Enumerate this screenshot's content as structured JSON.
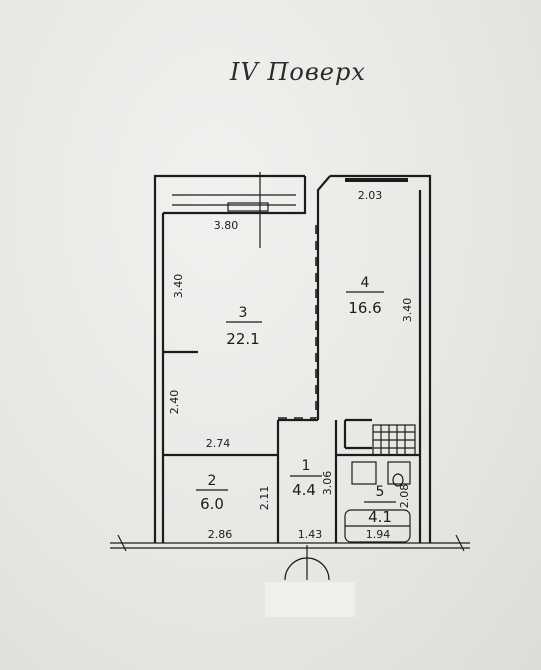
{
  "title": "IV Поверх",
  "rooms": [
    {
      "id": "room-1",
      "number": "1",
      "area": "4.4"
    },
    {
      "id": "room-2",
      "number": "2",
      "area": "6.0"
    },
    {
      "id": "room-3",
      "number": "3",
      "area": "22.1"
    },
    {
      "id": "room-4",
      "number": "4",
      "area": "16.6"
    },
    {
      "id": "room-5",
      "number": "5",
      "area": "4.1"
    }
  ],
  "dimensions": {
    "balcony_width": "2.03",
    "room3_width": "3.80",
    "room3_height_upper": "3.40",
    "room3_height_lower": "2.40",
    "room3_bottom_width": "2.74",
    "room4_height": "3.40",
    "room2_width": "2.86",
    "room2_height": "2.11",
    "room1_width": "1.43",
    "room1_height": "3.06",
    "room5_height": "2.08",
    "room5_width": "1.94"
  },
  "colors": {
    "line": "#1c1c1c",
    "paper": "#e9e9e7"
  }
}
